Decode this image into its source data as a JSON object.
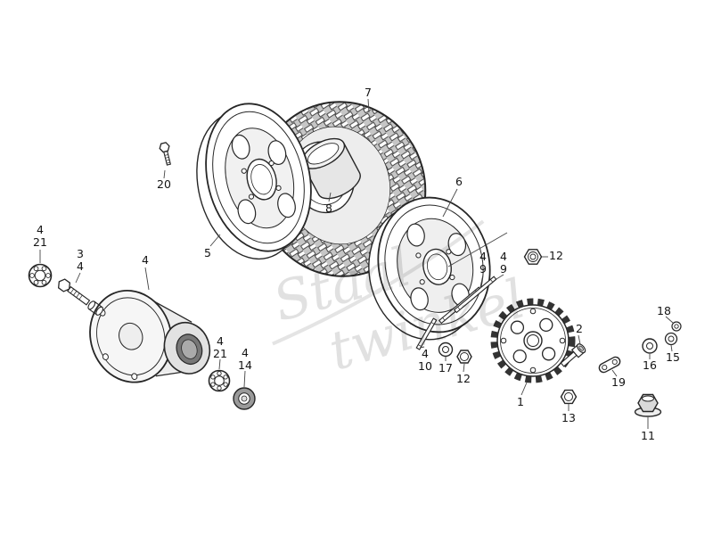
{
  "colors": {
    "background": "#ffffff",
    "line": "#262626",
    "shade": "#ececec",
    "bore": "#777777",
    "watermark": "#c4c4c4"
  },
  "watermark": {
    "line1": "Staal",
    "line2": "twinkel"
  },
  "callouts": {
    "c20": "20",
    "c7": "7",
    "c8": "8",
    "c5": "5",
    "c6": "6",
    "c4_left": "4",
    "c21_left": "21",
    "c3": "3",
    "c4_axle": "4",
    "c4_hub": "4",
    "c4_bearing": "4",
    "c21_bearing": "21",
    "c4_seal": "4",
    "c14": "14",
    "c4_stud10": "4",
    "c10": "10",
    "c17": "17",
    "c12_lower": "12",
    "c4_stud_b": "4",
    "c9_b": "9",
    "c4_stud_a": "4",
    "c9_a": "9",
    "c12_right": "12",
    "c2": "2",
    "c1": "1",
    "c13": "13",
    "c19": "19",
    "c16": "16",
    "c15": "15",
    "c18": "18",
    "c11": "11"
  }
}
